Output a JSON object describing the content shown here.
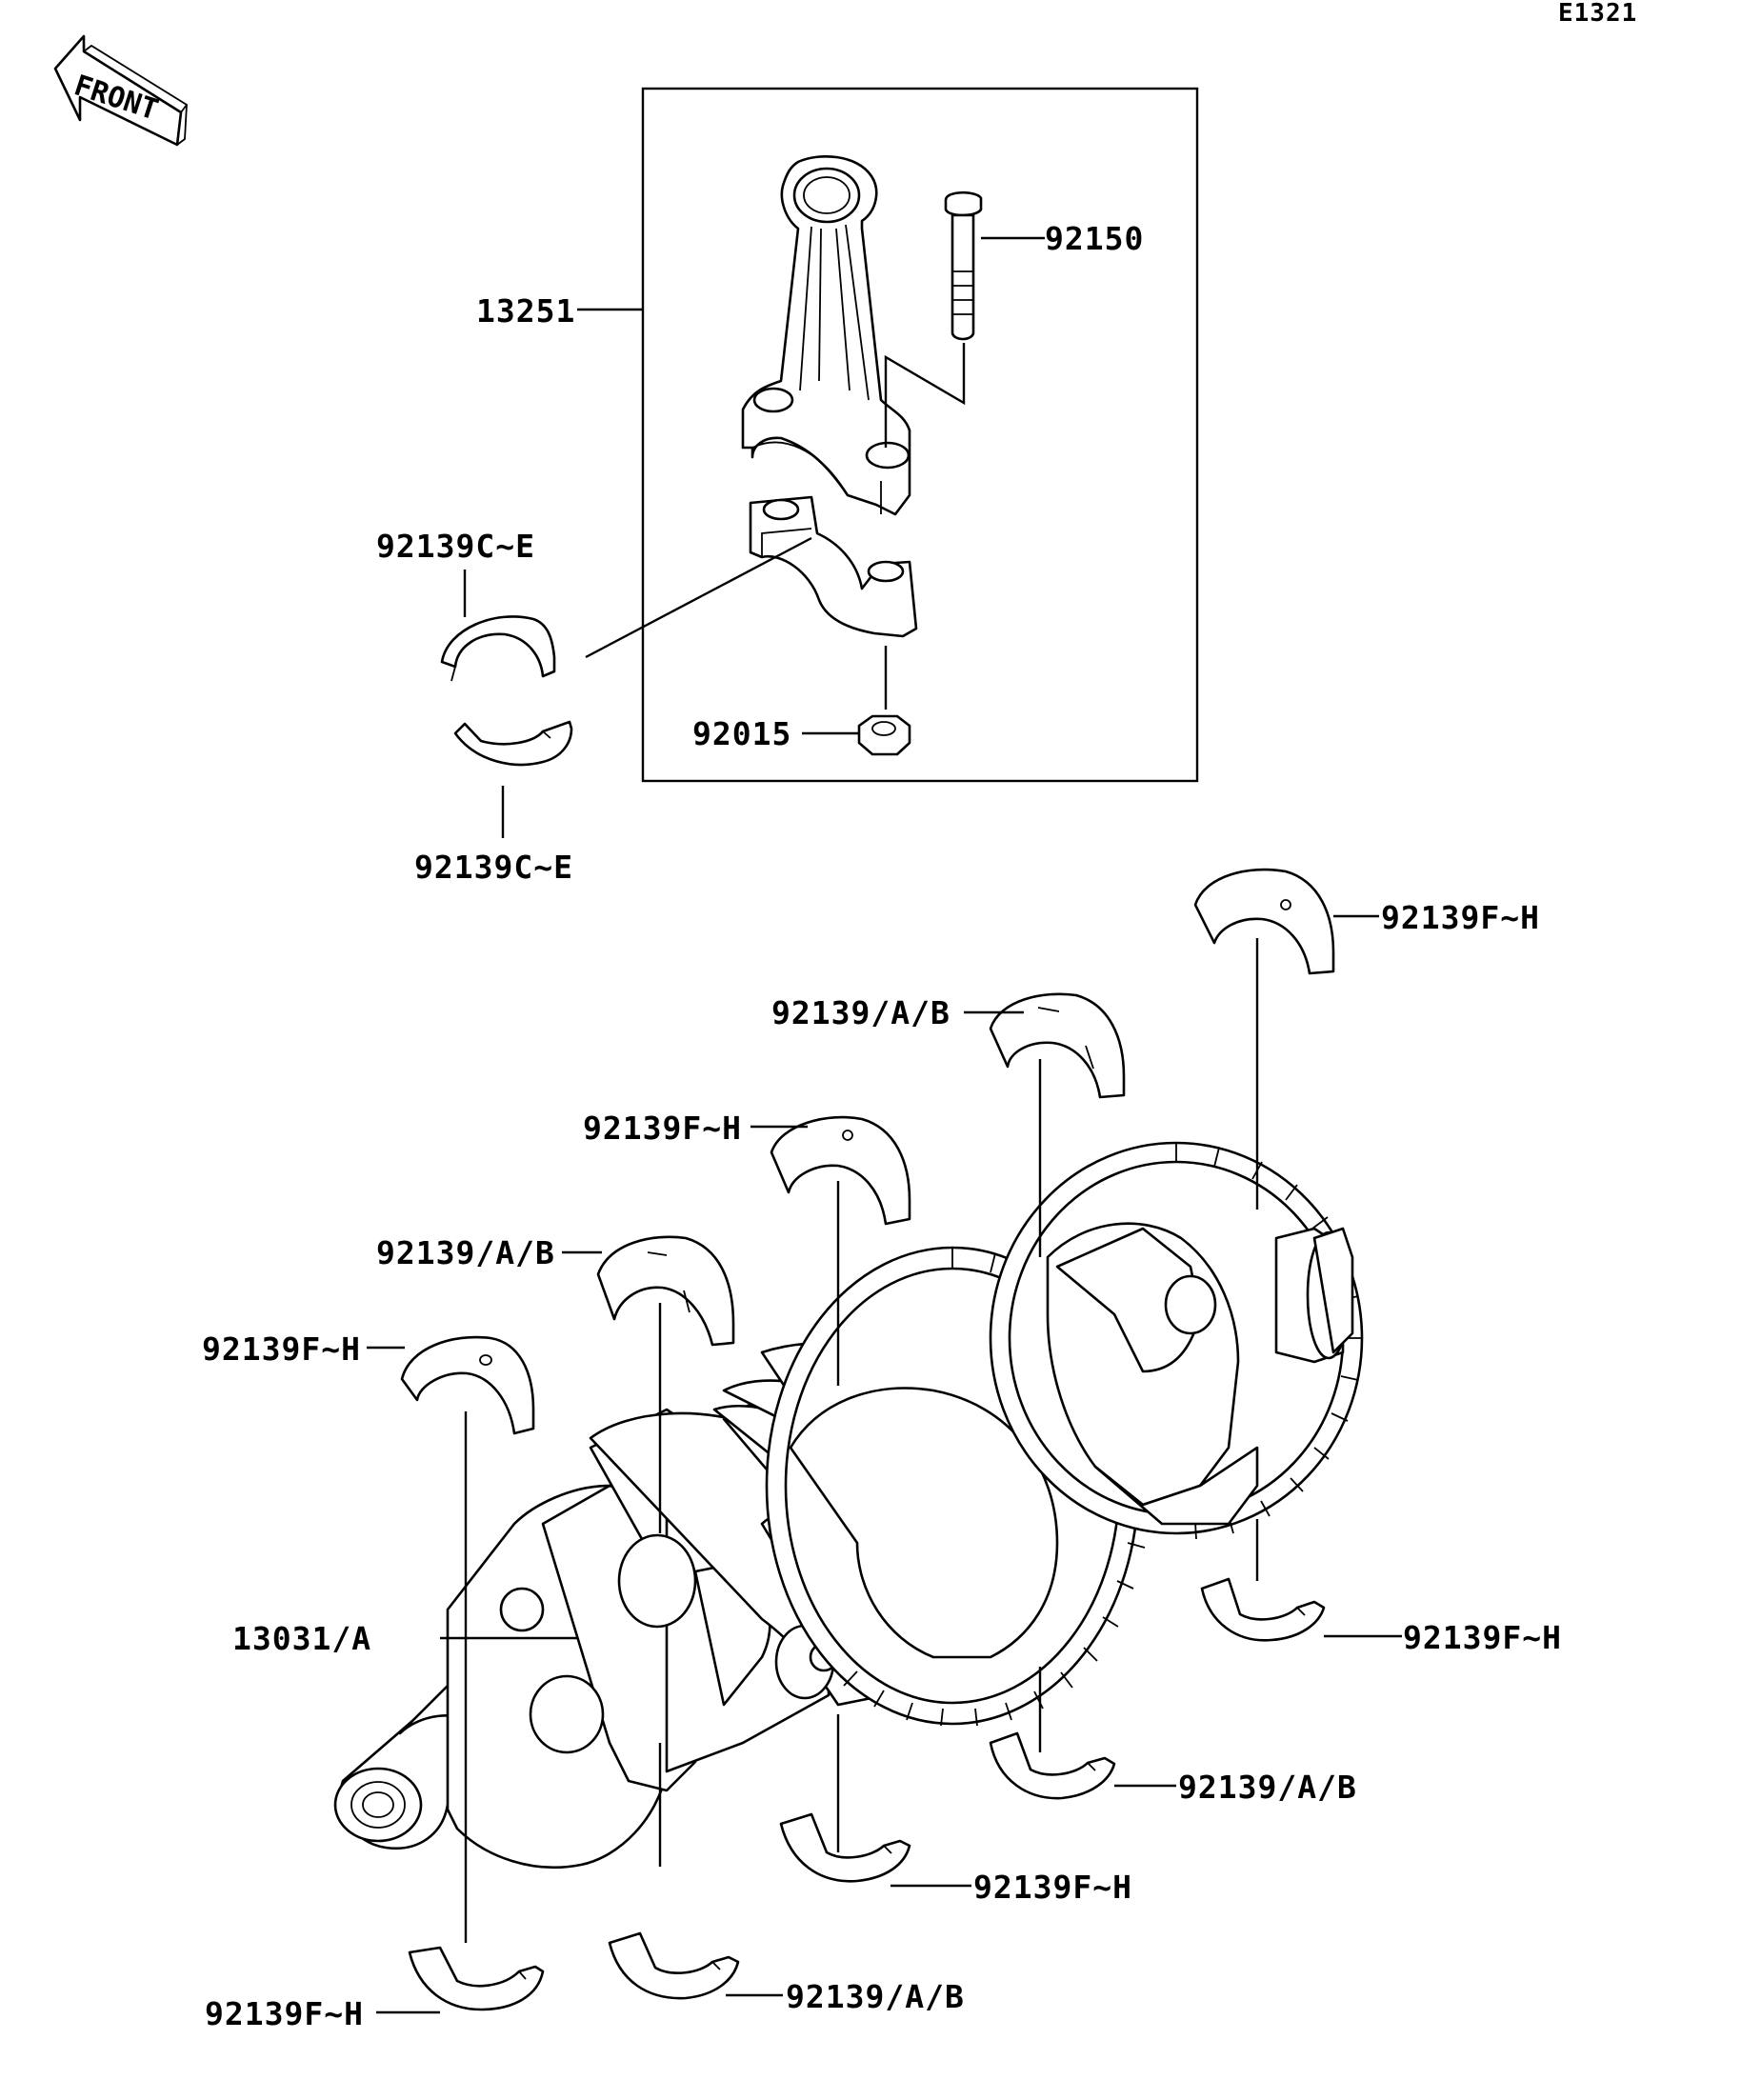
{
  "diagram_code": "E1321",
  "direction_label": "FRONT",
  "conrod_group": {
    "connecting_rod": "13251",
    "conrod_bolt": "92150",
    "conrod_nut": "92015",
    "bearing_upper": "92139C~E",
    "bearing_lower": "92139C~E"
  },
  "crankshaft_group": {
    "crankshaft": "13031/A",
    "upper_bearings": [
      "92139F~H",
      "92139/A/B",
      "92139F~H",
      "92139/A/B",
      "92139F~H"
    ],
    "lower_bearings": [
      "92139F~H",
      "92139/A/B",
      "92139F~H",
      "92139/A/B",
      "92139F~H"
    ]
  }
}
